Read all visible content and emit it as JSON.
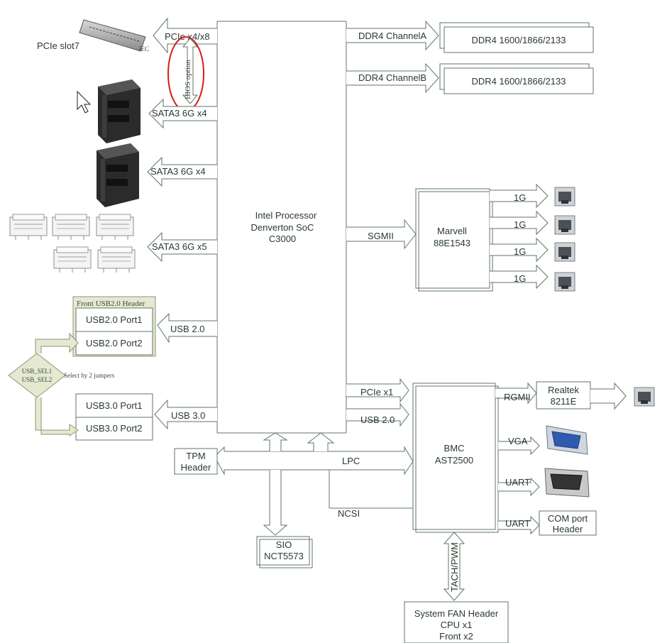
{
  "soc": {
    "line1": "Intel Processor",
    "line2": "Denverton SoC",
    "line3": "C3000"
  },
  "pcie_slot": {
    "label": "PCIe slot7",
    "bus": "PCIe x4/x8",
    "bios_note": "BIOS option",
    "tiny": "JEC"
  },
  "sata": [
    "SATA3 6G x4",
    "SATA3 6G x4",
    "SATA3 6G x5"
  ],
  "usb_front": {
    "header_title": "Front USB2.0 Header",
    "ports": [
      "USB2.0 Port1",
      "USB2.0 Port2"
    ],
    "bus": "USB 2.0"
  },
  "usb3": {
    "ports": [
      "USB3.0 Port1",
      "USB3.0 Port2"
    ],
    "bus": "USB 3.0"
  },
  "usb_sel": {
    "line1": "USB_SEL1",
    "line2": "USB_SEL2",
    "note": "Select by 2 jumpers"
  },
  "ddr": [
    {
      "channel": "DDR4 ChannelA",
      "module": "DDR4 1600/1866/2133"
    },
    {
      "channel": "DDR4 ChannelB",
      "module": "DDR4 1600/1866/2133"
    }
  ],
  "marvell": {
    "bus": "SGMII",
    "line1": "Marvell",
    "line2": "88E1543",
    "ports": [
      "1G",
      "1G",
      "1G",
      "1G"
    ]
  },
  "bmc": {
    "line1": "BMC",
    "line2": "AST2500",
    "bus_pcie": "PCIe x1",
    "bus_usb": "USB 2.0",
    "bus_lpc": "LPC",
    "bus_ncsi": "NCSI"
  },
  "realtek": {
    "bus": "RGMII",
    "line1": "Realtek",
    "line2": "8211E"
  },
  "bmc_outputs": {
    "vga": "VGA",
    "uart1": "UART",
    "uart2": "UART",
    "com_line1": "COM port",
    "com_line2": "Header"
  },
  "tpm": {
    "line1": "TPM",
    "line2": "Header"
  },
  "sio": {
    "line1": "SIO",
    "line2": "NCT5573"
  },
  "fan": {
    "bus": "TACH/PWM",
    "line1": "System FAN Header",
    "line2": "CPU x1",
    "line3": "Front x2"
  }
}
